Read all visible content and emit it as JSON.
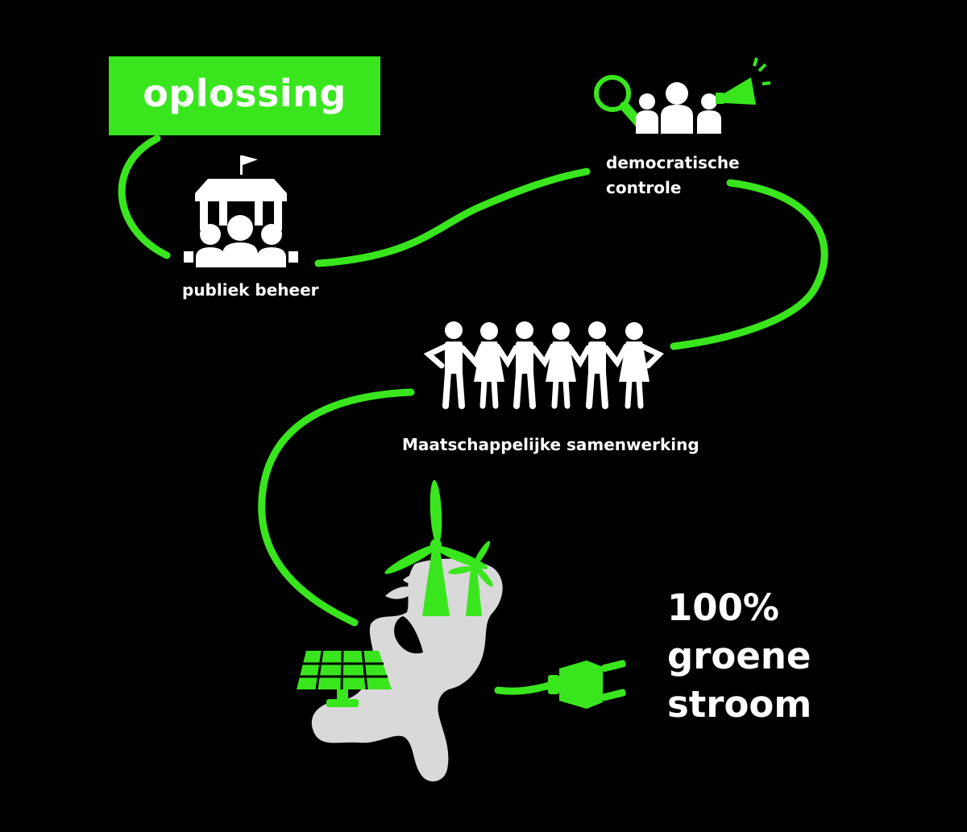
{
  "colors": {
    "background": "#000000",
    "accent_green": "#39e61e",
    "icon_white": "#ffffff",
    "map_gray": "#d9d9d9"
  },
  "header": {
    "title": "oplossing"
  },
  "steps": {
    "publiek_beheer": {
      "label": "publiek beheer",
      "icon": "town-hall-with-people-icon"
    },
    "democratische_controle": {
      "label_line1": "democratische",
      "label_line2": "controle",
      "icons": [
        "magnifier-icon",
        "people-group-icon",
        "megaphone-icon"
      ]
    },
    "maatschappelijke_samenwerking": {
      "label": "Maatschappelijke samenwerking",
      "icon": "people-holding-hands-icon"
    },
    "groene_stroom": {
      "label_line1": "100%",
      "label_line2": "groene",
      "label_line3": "stroom",
      "icons": [
        "netherlands-map-icon",
        "wind-turbine-icon",
        "solar-panel-icon",
        "power-plug-icon"
      ]
    }
  }
}
